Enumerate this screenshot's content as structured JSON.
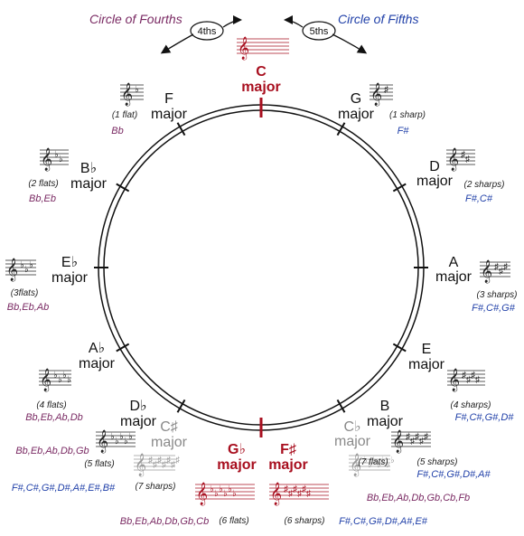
{
  "headers": {
    "fourths_title": "Circle of Fourths",
    "fifths_title": "Circle of Fifths",
    "fourths_badge": "4ths",
    "fifths_badge": "5ths"
  },
  "keys": {
    "c": {
      "name": "C",
      "word": "major"
    },
    "g": {
      "name": "G",
      "word": "major",
      "count": "(1 sharp)",
      "accidentals": "F#"
    },
    "d": {
      "name": "D",
      "word": "major",
      "count": "(2 sharps)",
      "accidentals": "F#,C#"
    },
    "a": {
      "name": "A",
      "word": "major",
      "count": "(3 sharps)",
      "accidentals": "F#,C#,G#"
    },
    "e": {
      "name": "E",
      "word": "major",
      "count": "(4 sharps)",
      "accidentals": "F#,C#,G#,D#"
    },
    "b": {
      "name": "B",
      "word": "major",
      "count": "(5 sharps)",
      "accidentals": "F#,C#,G#,D#,A#"
    },
    "fs": {
      "name": "F♯",
      "word": "major",
      "count": "(6 sharps)",
      "accidentals": "F#,C#,G#,D#,A#,E#"
    },
    "f": {
      "name": "F",
      "word": "major",
      "count": "(1 flat)",
      "accidentals": "Bb"
    },
    "bb": {
      "name": "B♭",
      "word": "major",
      "count": "(2 flats)",
      "accidentals": "Bb,Eb"
    },
    "eb": {
      "name": "E♭",
      "word": "major",
      "count": "(3flats)",
      "accidentals": "Bb,Eb,Ab"
    },
    "ab": {
      "name": "A♭",
      "word": "major",
      "count": "(4 flats)",
      "accidentals": "Bb,Eb,Ab,Db"
    },
    "db": {
      "name": "D♭",
      "word": "major",
      "count": "(5 flats)",
      "accidentals": "Bb,Eb,Ab,Db,Gb"
    },
    "gb": {
      "name": "G♭",
      "word": "major",
      "count": "(6 flats)",
      "accidentals": "Bb,Eb,Ab,Db,Gb,Cb"
    },
    "cs": {
      "name": "C♯",
      "word": "major",
      "count": "(7 sharps)",
      "accidentals": "F#,C#,G#,D#,A#,E#,B#"
    },
    "cb": {
      "name": "C♭",
      "word": "major",
      "count": "(7 flats)",
      "accidentals": "Bb,Eb,Ab,Db,Gb,Cb,Fb"
    }
  },
  "colors": {
    "fourths": "#7a2a63",
    "fifths": "#1f3fa8",
    "highlight": "#a80f1f",
    "enharmonic": "#8a8a8a",
    "ring": "#111111"
  },
  "icons": {
    "staff": "treble-staff-icon",
    "arrow": "curved-arrow-icon"
  }
}
